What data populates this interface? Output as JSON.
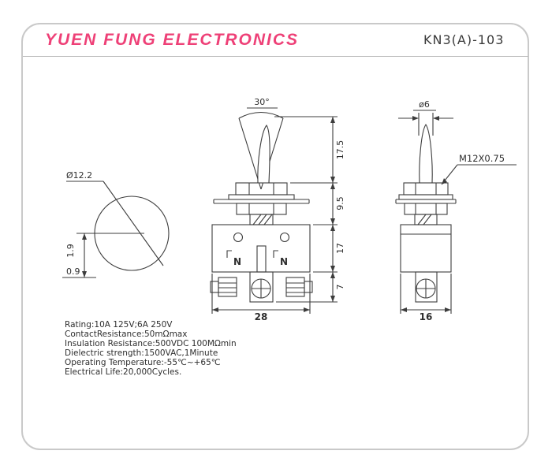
{
  "header": {
    "company": "YUEN FUNG ELECTRONICS",
    "part_number": "KN3(A)-103"
  },
  "top_view": {
    "diameter": "Ø12.2",
    "dim_a": "1.9",
    "dim_b": "0.9"
  },
  "front_view": {
    "angle": "30°",
    "dim_lever": "17.5",
    "dim_bushing": "9.5",
    "dim_body": "17",
    "dim_terminals": "7",
    "dim_width": "28",
    "marking_left": "N",
    "marking_right": "N"
  },
  "side_view": {
    "lever_diameter": "ø6",
    "thread": "M12X0.75",
    "dim_width": "16"
  },
  "specs": {
    "lines": [
      "Rating:10A 125V;6A 250V",
      "ContactResistance:50mΩmax",
      "Insulation Resistance:500VDC 100MΩmin",
      "Dielectric strength:1500VAC,1Minute",
      "Operating Temperature:-55℃~+65℃",
      "Electrical Life:20,000Cycles."
    ]
  }
}
